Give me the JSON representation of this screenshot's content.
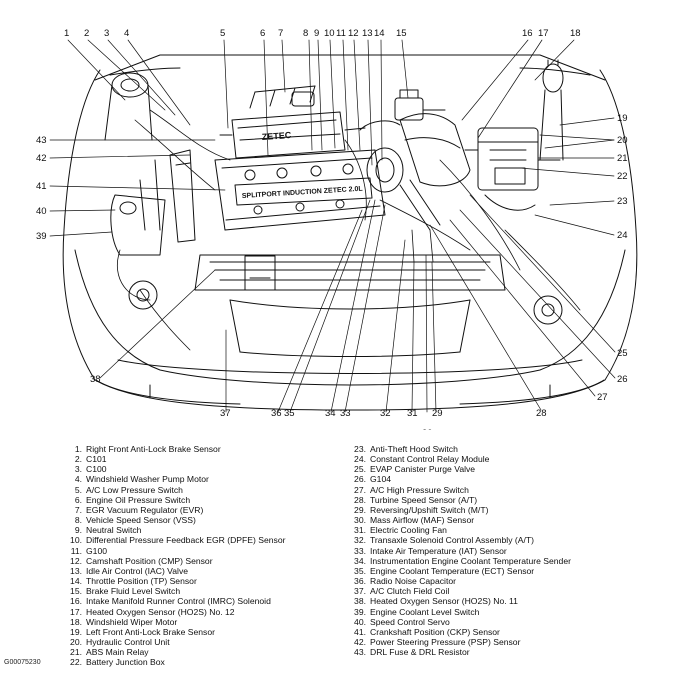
{
  "callouts": [
    "1",
    "2",
    "3",
    "4",
    "5",
    "6",
    "7",
    "8",
    "9",
    "10",
    "11",
    "12",
    "13",
    "14",
    "15",
    "16",
    "17",
    "18",
    "19",
    "20",
    "20",
    "21",
    "22",
    "23",
    "24",
    "25",
    "26",
    "27",
    "28",
    "29",
    "30",
    "31",
    "32",
    "33",
    "34",
    "35",
    "36",
    "37",
    "38",
    "39",
    "40",
    "41",
    "42",
    "43"
  ],
  "engine_text": {
    "valve_cover": "SPLITPORT INDUCTION ZETEC 2.0L",
    "cam_cover": "ZETEC"
  },
  "legend_left": [
    {
      "num": "1.",
      "label": "Right Front Anti-Lock Brake Sensor"
    },
    {
      "num": "2.",
      "label": "C101"
    },
    {
      "num": "3.",
      "label": "C100"
    },
    {
      "num": "4.",
      "label": "Windshield Washer Pump Motor"
    },
    {
      "num": "5.",
      "label": "A/C Low Pressure Switch"
    },
    {
      "num": "6.",
      "label": "Engine Oil Pressure Switch"
    },
    {
      "num": "7.",
      "label": "EGR Vacuum Regulator (EVR)"
    },
    {
      "num": "8.",
      "label": "Vehicle Speed Sensor (VSS)"
    },
    {
      "num": "9.",
      "label": "Neutral Switch"
    },
    {
      "num": "10.",
      "label": "Differential Pressure Feedback EGR (DPFE) Sensor"
    },
    {
      "num": "11.",
      "label": "G100"
    },
    {
      "num": "12.",
      "label": "Camshaft Position (CMP) Sensor"
    },
    {
      "num": "13.",
      "label": "Idle Air Control (IAC) Valve"
    },
    {
      "num": "14.",
      "label": "Throttle Position (TP) Sensor"
    },
    {
      "num": "15.",
      "label": "Brake Fluid Level Switch"
    },
    {
      "num": "16.",
      "label": "Intake Manifold Runner Control (IMRC) Solenoid"
    },
    {
      "num": "17.",
      "label": "Heated Oxygen Sensor (HO2S) No. 12"
    },
    {
      "num": "18.",
      "label": "Windshield Wiper Motor"
    },
    {
      "num": "19.",
      "label": "Left Front Anti-Lock Brake Sensor"
    },
    {
      "num": "20.",
      "label": "Hydraulic Control Unit"
    },
    {
      "num": "21.",
      "label": "ABS Main Relay"
    },
    {
      "num": "22.",
      "label": "Battery Junction Box"
    }
  ],
  "legend_right": [
    {
      "num": "23.",
      "label": "Anti-Theft Hood Switch"
    },
    {
      "num": "24.",
      "label": "Constant Control Relay Module"
    },
    {
      "num": "25.",
      "label": "EVAP Canister Purge Valve"
    },
    {
      "num": "26.",
      "label": "G104"
    },
    {
      "num": "27.",
      "label": "A/C High Pressure Switch"
    },
    {
      "num": "28.",
      "label": "Turbine Speed Sensor (A/T)"
    },
    {
      "num": "29.",
      "label": "Reversing/Upshift Switch (M/T)"
    },
    {
      "num": "30.",
      "label": "Mass Airflow (MAF) Sensor"
    },
    {
      "num": "31.",
      "label": "Electric Cooling Fan"
    },
    {
      "num": "32.",
      "label": "Transaxle Solenoid Control Assembly (A/T)"
    },
    {
      "num": "33.",
      "label": "Intake Air Temperature (IAT) Sensor"
    },
    {
      "num": "34.",
      "label": "Instrumentation Engine Coolant Temperature Sender"
    },
    {
      "num": "35.",
      "label": "Engine Coolant Temperature (ECT) Sensor"
    },
    {
      "num": "36.",
      "label": "Radio Noise Capacitor"
    },
    {
      "num": "37.",
      "label": "A/C Clutch Field Coil"
    },
    {
      "num": "38.",
      "label": "Heated Oxygen Sensor (HO2S) No. 11"
    },
    {
      "num": "39.",
      "label": "Engine Coolant Level Switch"
    },
    {
      "num": "40.",
      "label": "Speed Control Servo"
    },
    {
      "num": "41.",
      "label": "Crankshaft Position (CKP) Sensor"
    },
    {
      "num": "42.",
      "label": "Power Steering Pressure (PSP) Sensor"
    },
    {
      "num": "43.",
      "label": "DRL Fuse & DRL Resistor"
    }
  ],
  "figure_id": "G00075230"
}
